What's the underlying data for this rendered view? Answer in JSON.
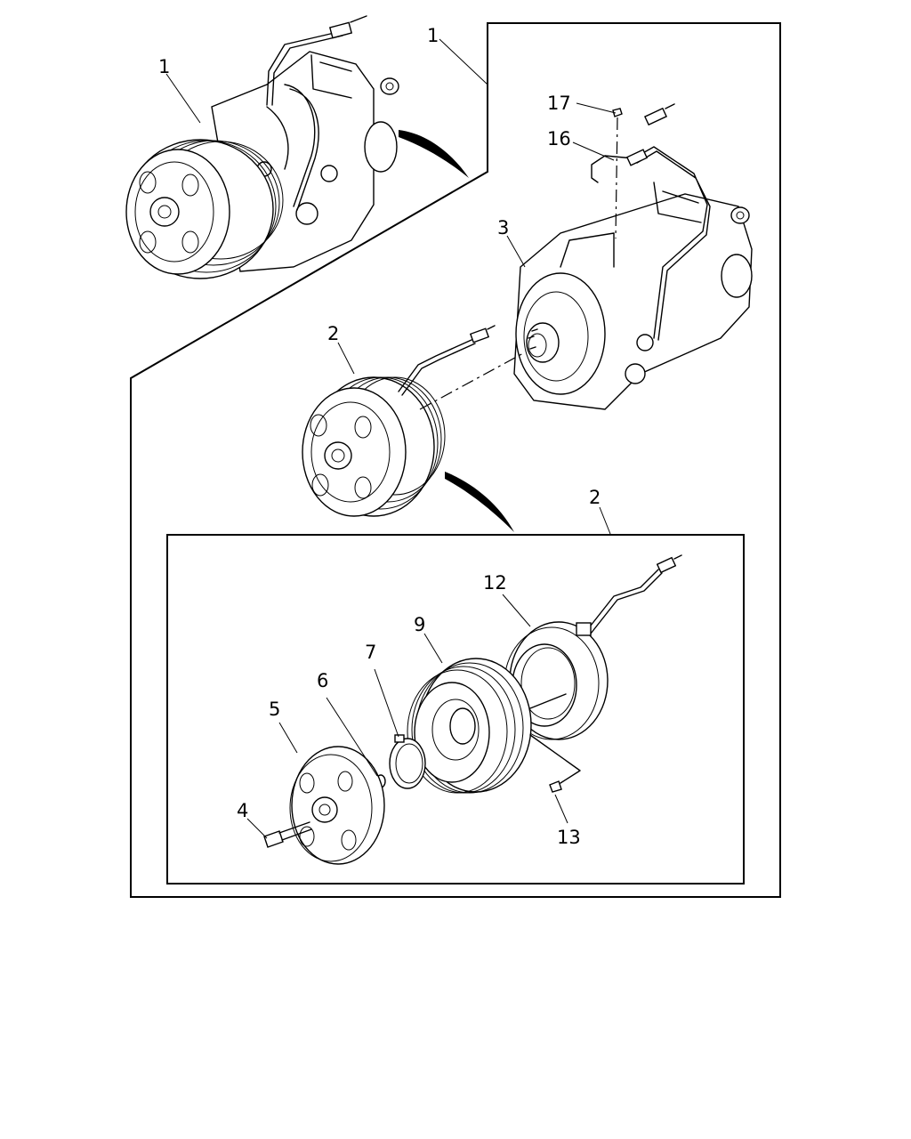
{
  "callouts": {
    "assembly_left": "1",
    "assembly_right": "1",
    "clutch_upper": "2",
    "clutch_right": "2",
    "compressor": "3",
    "bolt": "4",
    "hub_plate": "5",
    "shim": "6",
    "snap_ring": "7",
    "pulley": "9",
    "coil": "12",
    "coil_screw": "13",
    "wire_clip": "16",
    "clip_screw": "17"
  }
}
